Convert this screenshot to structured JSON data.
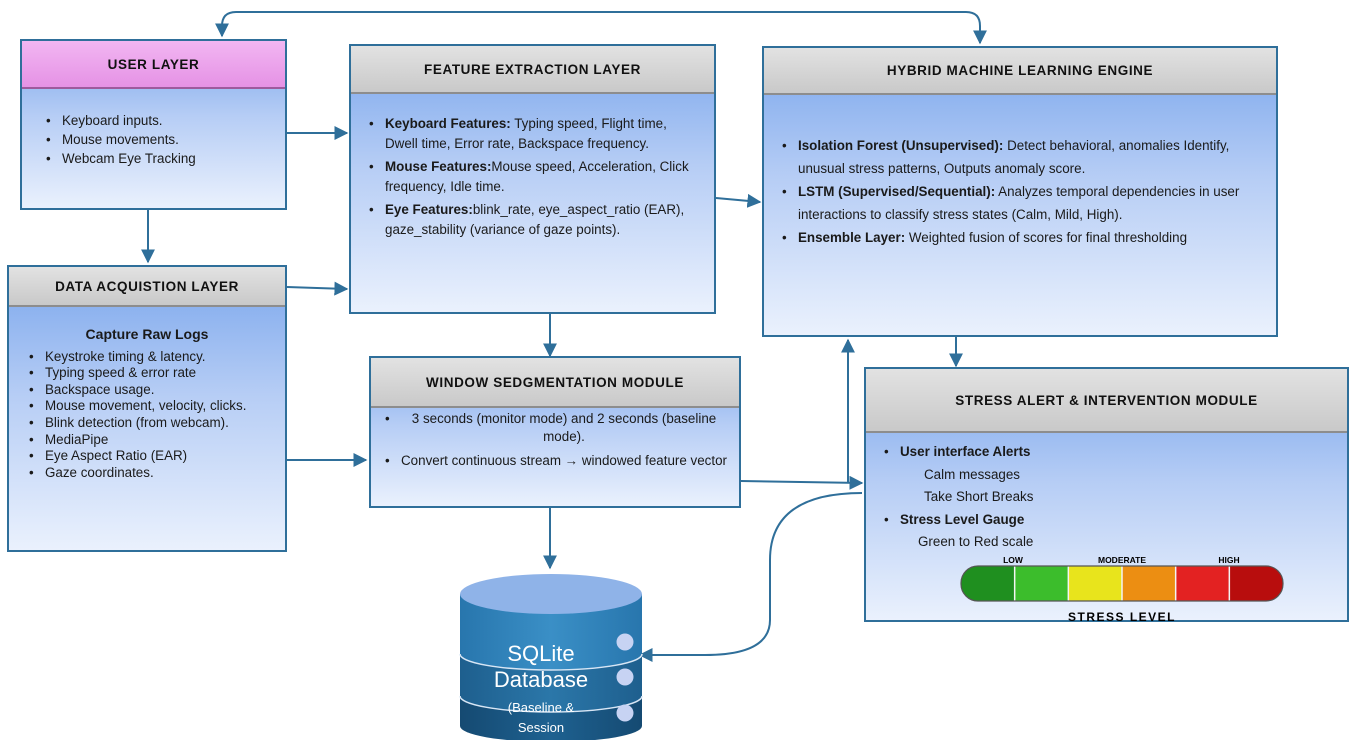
{
  "user_layer": {
    "title": "USER LAYER",
    "items": [
      "Keyboard inputs.",
      "Mouse movements.",
      "Webcam Eye Tracking"
    ]
  },
  "data_acquisition": {
    "title": "DATA ACQUISTION LAYER",
    "subtitle": "Capture Raw Logs",
    "items": [
      "Keystroke timing & latency.",
      "Typing speed & error rate",
      "Backspace usage.",
      "Mouse movement, velocity, clicks.",
      "Blink detection (from webcam).",
      "MediaPipe",
      "Eye Aspect Ratio (EAR)",
      "Gaze coordinates."
    ]
  },
  "feature_extraction": {
    "title": "FEATURE EXTRACTION LAYER",
    "items": [
      {
        "label": "Keyboard Features:",
        "text": " Typing speed, Flight time, Dwell time, Error rate, Backspace frequency."
      },
      {
        "label": "Mouse Features:",
        "text": "Mouse speed, Acceleration, Click frequency, Idle time."
      },
      {
        "label": "Eye Features:",
        "text": "blink_rate, eye_aspect_ratio (EAR), gaze_stability (variance of gaze points)."
      }
    ]
  },
  "window_segmentation": {
    "title": "WINDOW SEDGMENTATION MODULE",
    "items": [
      "3 seconds (monitor mode) and 2 seconds (baseline mode).",
      "Convert continuous stream → windowed feature vector"
    ]
  },
  "ml_engine": {
    "title": "HYBRID MACHINE LEARNING ENGINE",
    "items": [
      {
        "label": "Isolation Forest (Unsupervised):",
        "text": " Detect behavioral, anomalies Identify, unusual stress patterns, Outputs anomaly score."
      },
      {
        "label": "LSTM (Supervised/Sequential):",
        "text": " Analyzes temporal dependencies in user interactions to classify stress states (Calm, Mild, High)."
      },
      {
        "label": "Ensemble Layer:",
        "text": " Weighted fusion of scores for final thresholding"
      }
    ]
  },
  "stress_alert": {
    "title": "STRESS ALERT & INTERVENTION MODULE",
    "ui_alerts_label": "User interface Alerts",
    "ui_alert_items": [
      "Calm messages",
      "Take Short Breaks"
    ],
    "gauge_label": "Stress Level Gauge",
    "gauge_desc": "Green  to Red scale",
    "gauge": {
      "low_label": "LOW",
      "moderate_label": "MODERATE",
      "high_label": "HIGH",
      "caption": "STRESS LEVEL",
      "colors": [
        "#1f8f1f",
        "#3cbd2c",
        "#e8e41c",
        "#ec8e12",
        "#e32222",
        "#b80d0d"
      ]
    }
  },
  "database": {
    "line1": "SQLite",
    "line2": "Database",
    "line3": "(Baseline &",
    "line4": "Session"
  },
  "colors": {
    "arrow": "#2f6f9a",
    "header_gray": "#d6d6d6",
    "header_pink": "#eaa3ea",
    "box_blue": "#7aa6ec"
  }
}
